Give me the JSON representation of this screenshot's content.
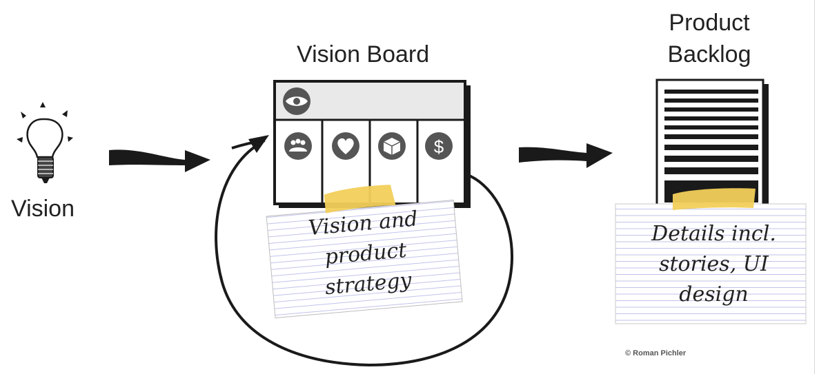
{
  "vision": {
    "label": "Vision",
    "icon": "lightbulb-icon"
  },
  "vision_board": {
    "title": "Vision Board",
    "icons": [
      "eye-icon",
      "users-icon",
      "heart-icon",
      "product-icon",
      "dollar-icon"
    ],
    "note_lines": [
      "Vision and",
      "product",
      "strategy"
    ]
  },
  "product_backlog": {
    "title_lines": [
      "Product",
      "Backlog"
    ],
    "note_lines": [
      "Details incl.",
      "stories, UI",
      "design"
    ]
  },
  "copyright": "© Roman Pichler",
  "colors": {
    "ink": "#1a1a1a",
    "tape": "#f2cf5a",
    "note_lines": "#b9b9e6",
    "icon_fill": "#555555",
    "board_header": "#e9e9e9"
  }
}
